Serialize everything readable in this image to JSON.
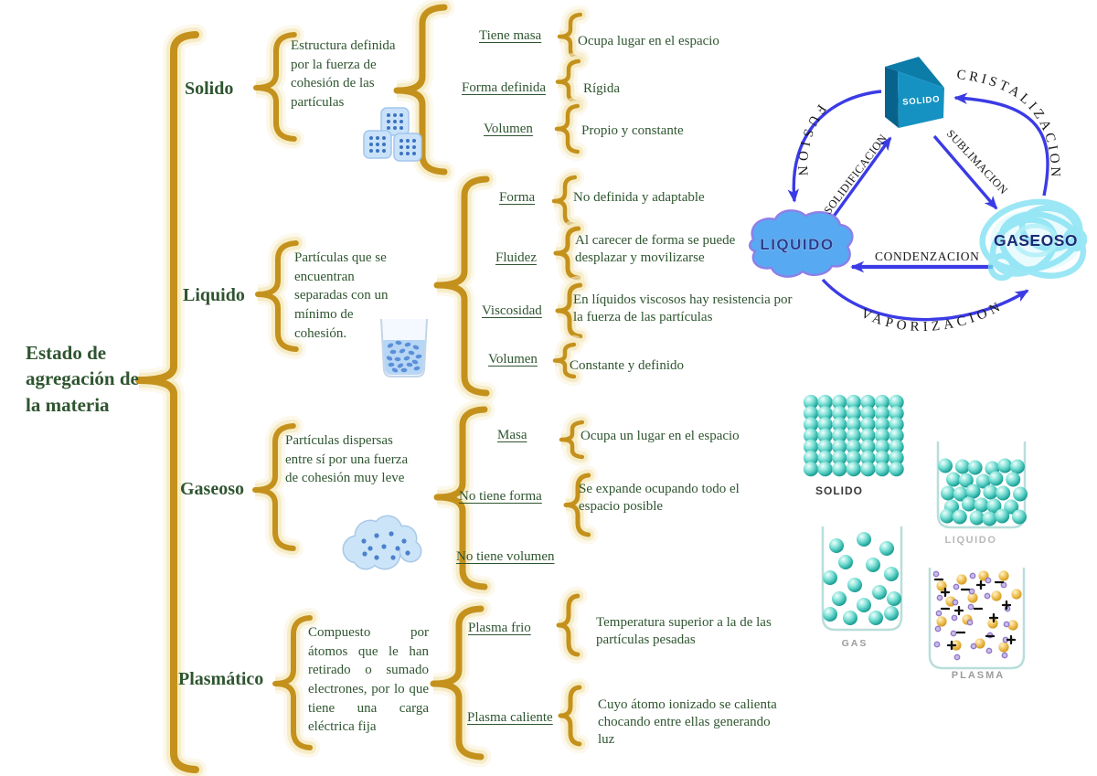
{
  "page": {
    "background": "#ffffff"
  },
  "palette": {
    "brace_gold": "#C4911C",
    "brace_glow": "#F5EAC2",
    "text_green": "#2F5530",
    "arrow_blue": "#3B3BE6",
    "cube_teal": "#1592C2",
    "liquid_blue": "#57A9F1",
    "gas_cyan": "#7ADFF2",
    "sphere_teal": "#3DBFB4",
    "plasma_gold": "#E8B33C",
    "plasma_purple": "#A88FD8"
  },
  "root": {
    "title": "Estado de agregación de la materia"
  },
  "branches": [
    {
      "name": "Solido",
      "description": "Estructura definida por la fuerza de cohesión de las partículas",
      "properties": [
        {
          "label": "Tiene masa",
          "value": "Ocupa lugar en el espacio"
        },
        {
          "label": "Forma definida",
          "value": "Rígida"
        },
        {
          "label": "Volumen",
          "value": "Propio y constante"
        }
      ]
    },
    {
      "name": "Liquido",
      "description": "Partículas que se encuentran separadas con un mínimo de cohesión.",
      "properties": [
        {
          "label": "Forma",
          "value": "No definida y adaptable"
        },
        {
          "label": "Fluidez",
          "value": "Al carecer de forma se puede desplazar y movilizarse"
        },
        {
          "label": "Viscosidad",
          "value": "En líquidos viscosos hay resistencia por la fuerza de las partículas"
        },
        {
          "label": "Volumen",
          "value": "Constante y definido"
        }
      ]
    },
    {
      "name": "Gaseoso",
      "description": "Partículas dispersas entre sí por una fuerza de cohesión muy leve",
      "properties": [
        {
          "label": "Masa",
          "value": "Ocupa un lugar en el espacio"
        },
        {
          "label": "No tiene forma",
          "value": "Se expande ocupando todo el espacio posible"
        },
        {
          "label": "No tiene volumen",
          "value": ""
        }
      ]
    },
    {
      "name": "Plasmático",
      "description": "Compuesto por átomos que le han retirado o sumado electrones, por lo que tiene una carga eléctrica fija",
      "properties": [
        {
          "label": "Plasma frio",
          "value": "Temperatura superior a la de las partículas pesadas"
        },
        {
          "label": "Plasma caliente",
          "value": "Cuyo átomo ionizado se calienta chocando entre ellas generando luz"
        }
      ]
    }
  ],
  "cycle": {
    "solid_label": "SOLIDO",
    "liquid_label": "LIQUIDO",
    "gas_label": "GASEOSO",
    "fusion": "FUSION",
    "solidificacion": "SOLIDIFICACION",
    "cristalizacion": "CRISTALIZACION",
    "sublimacion": "SUBLIMACION",
    "condenzacion": "CONDENZACION",
    "vaporizacion": "VAPORIZACION"
  },
  "figures": {
    "solid_label": "SOLIDO",
    "liquid_label": "LIQUIDO",
    "gas_label": "GAS",
    "plasma_label": "PLASMA"
  }
}
